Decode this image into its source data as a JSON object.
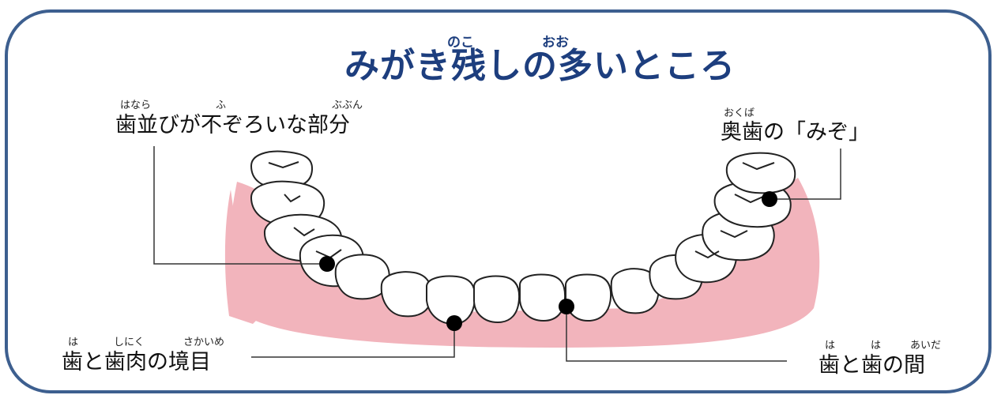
{
  "title": {
    "text": "みがき残しの多いところ",
    "ruby_nokoshi": "のこ",
    "ruby_ooi": "おお"
  },
  "labels": {
    "top_left": {
      "text": "歯並びが不ぞろいな部分",
      "furi": [
        "はなら",
        "ふ",
        "ぶぶん"
      ]
    },
    "top_right": {
      "text": "奥歯の「みぞ」",
      "furi": [
        "おくば"
      ]
    },
    "bottom_left": {
      "text": "歯と歯肉の境目",
      "furi": [
        "は",
        "しにく",
        "さかいめ"
      ]
    },
    "bottom_right": {
      "text": "歯と歯の間",
      "furi": [
        "は",
        "は",
        "あいだ"
      ]
    }
  },
  "colors": {
    "frame": "#3d5f8f",
    "title": "#1d3e7e",
    "gum": "#f2b4bc",
    "marker": "#000000"
  }
}
